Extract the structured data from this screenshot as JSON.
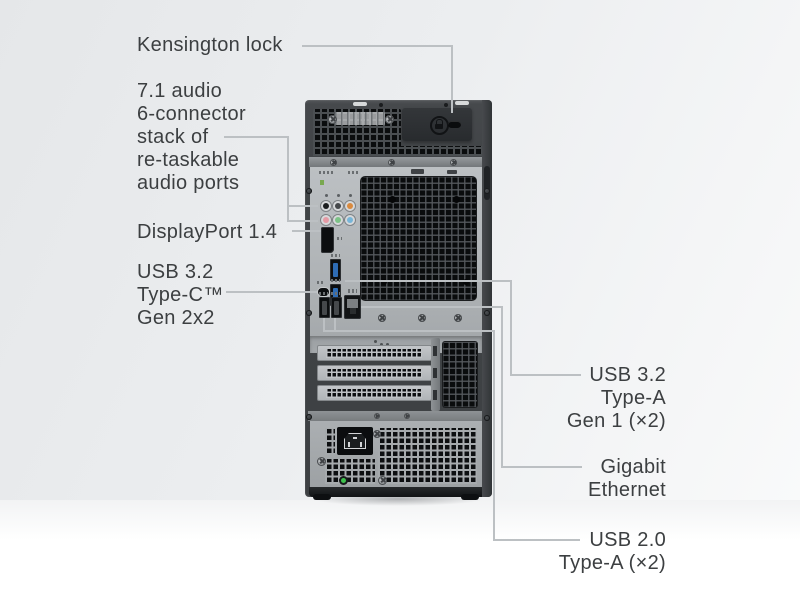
{
  "page": {
    "type": "annotated rear-panel diagram of a desktop tower PC",
    "device": "desktop tower — rear I/O panel"
  },
  "callouts": {
    "kensington_lock": {
      "label": "Kensington lock"
    },
    "audio_stack": {
      "label": "7.1 audio\n6-connector\nstack of\nre-taskable\naudio ports"
    },
    "displayport": {
      "label": "DisplayPort 1.4"
    },
    "usb_c": {
      "label": "USB 3.2\nType-C™\nGen 2x2"
    },
    "usb_a_gen1": {
      "label": "USB 3.2\nType-A\nGen 1 (×2)"
    },
    "gigabit_ethernet": {
      "label": "Gigabit\nEthernet"
    },
    "usb_20": {
      "label": "USB 2.0\nType-A (×2)"
    }
  },
  "tower": {
    "ports_shown": [
      "kensington-lock-slot",
      "audio-jacks-6x",
      "displayport-1.4",
      "usb-3.2-type-c",
      "usb-3.2-type-a-x2",
      "usb-2.0-type-a-x2",
      "gigabit-ethernet-rj45",
      "power-inlet-c14",
      "pci-slot-covers-x3"
    ]
  },
  "colors": {
    "label_text": "#3c3f41",
    "leader_line": "#bcc0c3",
    "usb3_blue": "#2e6cb5",
    "power_led_green": "#3ec24d",
    "audio_jacks_top": [
      "#1b1d1f",
      "#46494c",
      "#d98a3f"
    ],
    "audio_jacks_bottom": [
      "#e59aa5",
      "#7cc287",
      "#77b5d8"
    ]
  }
}
